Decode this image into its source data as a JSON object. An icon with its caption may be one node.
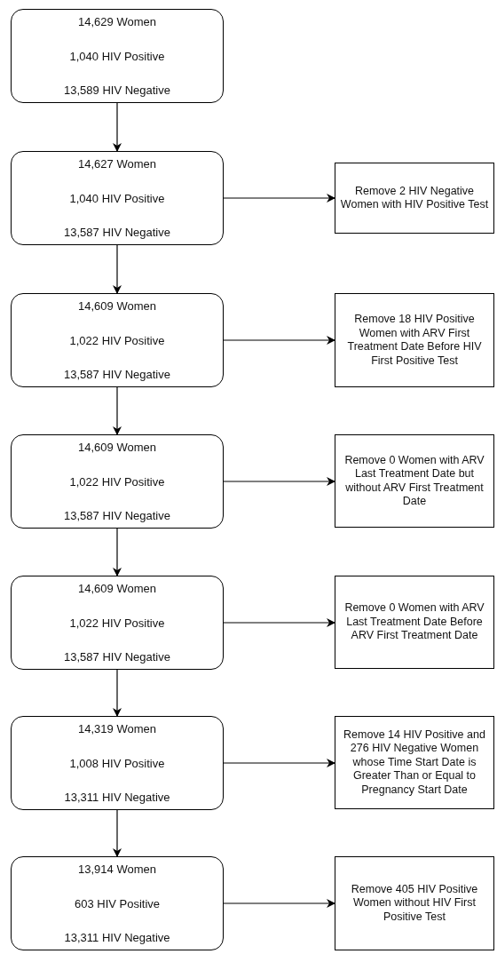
{
  "diagram": {
    "nodes": [
      {
        "text": [
          "14,629 Women",
          "1,040 HIV Positive",
          "13,589 HIV Negative"
        ]
      },
      {
        "text": [
          "14,627 Women",
          "1,040 HIV Positive",
          "13,587 HIV Negative"
        ]
      },
      {
        "text": [
          "Remove 2 HIV Negative Women with HIV Positive Test"
        ]
      },
      {
        "text": [
          "14,609 Women",
          "1,022 HIV Positive",
          "13,587 HIV Negative"
        ]
      },
      {
        "text": [
          "Remove 18 HIV Positive Women with ARV First Treatment Date Before HIV First Positive Test"
        ]
      },
      {
        "text": [
          "14,609 Women",
          "1,022 HIV Positive",
          "13,587 HIV Negative"
        ]
      },
      {
        "text": [
          "Remove 0 Women with ARV Last Treatment Date but without ARV First Treatment Date"
        ]
      },
      {
        "text": [
          "14,609 Women",
          "1,022 HIV Positive",
          "13,587 HIV Negative"
        ]
      },
      {
        "text": [
          "Remove 0 Women with ARV Last Treatment Date Before ARV First Treatment Date"
        ]
      },
      {
        "text": [
          "14,319 Women",
          "1,008 HIV Positive",
          "13,311 HIV Negative"
        ]
      },
      {
        "text": [
          "Remove 14 HIV Positive and 276 HIV Negative Women whose Time Start Date is Greater Than or Equal to Pregnancy Start Date"
        ]
      },
      {
        "text": [
          "13,914 Women",
          "603 HIV Positive",
          "13,311 HIV Negative"
        ]
      },
      {
        "text": [
          "Remove 405 HIV Positive Women without HIV First Positive Test"
        ]
      }
    ],
    "edges": [
      {
        "from": 0,
        "to": 1,
        "arrow": "to"
      },
      {
        "from": 1,
        "to": 2,
        "arrow": "to"
      },
      {
        "from": 1,
        "to": 3,
        "arrow": "to"
      },
      {
        "from": 3,
        "to": 4,
        "arrow": "to"
      },
      {
        "from": 3,
        "to": 5,
        "arrow": "to"
      },
      {
        "from": 5,
        "to": 6,
        "arrow": "to"
      },
      {
        "from": 5,
        "to": 7,
        "arrow": "to"
      },
      {
        "from": 7,
        "to": 8,
        "arrow": "to"
      },
      {
        "from": 7,
        "to": 9,
        "arrow": "to"
      },
      {
        "from": 9,
        "to": 10,
        "arrow": "to"
      },
      {
        "from": 9,
        "to": 11,
        "arrow": "to"
      },
      {
        "from": 11,
        "to": 12,
        "arrow": "to"
      }
    ]
  }
}
